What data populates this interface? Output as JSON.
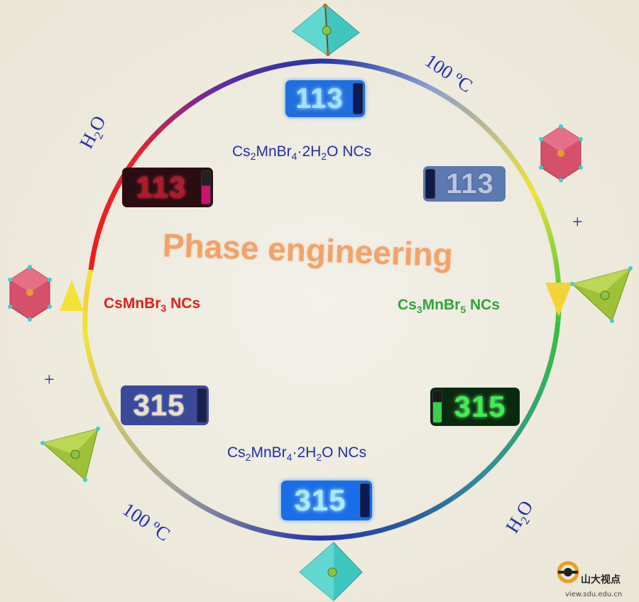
{
  "title": "Phase engineering",
  "phases": {
    "top": {
      "prefix": "Cs",
      "sub1": "2",
      "mid": "MnBr",
      "sub2": "4",
      "tail": "·2H",
      "sub3": "2",
      "end": "O NCs"
    },
    "bottom": {
      "prefix": "Cs",
      "sub1": "2",
      "mid": "MnBr",
      "sub2": "4",
      "tail": "·2H",
      "sub3": "2",
      "end": "O NCs"
    },
    "left": {
      "prefix": "CsMnBr",
      "sub1": "3",
      "end": " NCs",
      "color": "#e0201a"
    },
    "right": {
      "prefix": "Cs",
      "sub1": "3",
      "mid": "MnBr",
      "sub2": "5",
      "end": " NCs",
      "color": "#2ea637"
    }
  },
  "conditions": {
    "water_left": {
      "pre": "H",
      "sub": "2",
      "post": "O"
    },
    "water_right": {
      "pre": "H",
      "sub": "2",
      "post": "O"
    },
    "heat_top": "100 ºC",
    "heat_bottom": "100 ºC",
    "plus_right": "+",
    "plus_left": "+"
  },
  "samples": {
    "top": "113",
    "left_red": "113",
    "right_blue": "113",
    "bottom_left": "315",
    "right_green": "315",
    "bottom": "315"
  },
  "watermark": {
    "name": "山大视点",
    "url": "view.sdu.edu.cn"
  },
  "colors": {
    "blue_label": "#1f2fa8",
    "red_phase": "#e0201a",
    "green_phase": "#2ea637",
    "title_orange": "#f0a36a",
    "ring_red": "#ee1c1c",
    "ring_yellow": "#f2e23a",
    "ring_green": "#34c23c",
    "ring_blue": "#2536a8",
    "octahedron_cyan": "#3fc6c0",
    "octahedron_red": "#d6506a",
    "tetrahedron_green": "#9ec237"
  }
}
